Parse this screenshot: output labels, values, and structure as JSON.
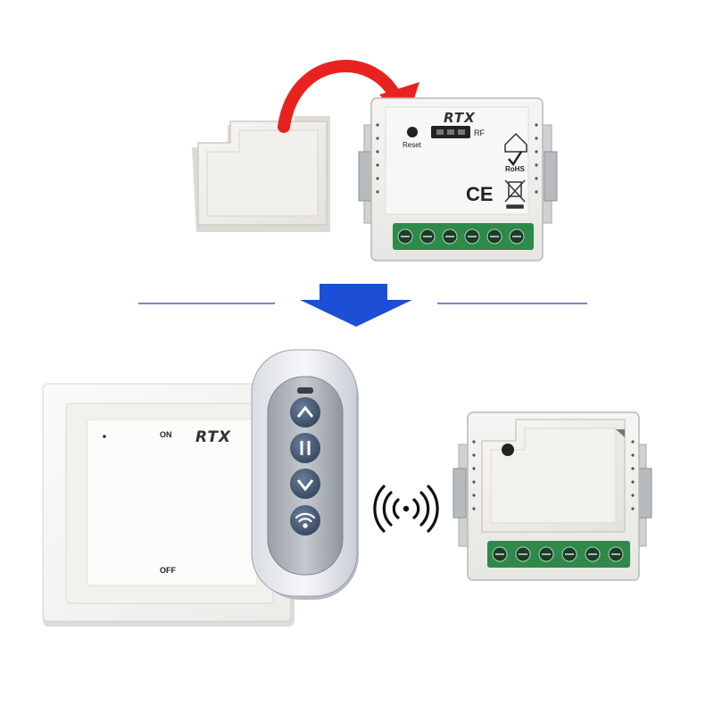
{
  "brand": "RTX",
  "receiver_top": {
    "reset_label": "Reset",
    "rf_label": "RF",
    "rohs_label": "RoHS",
    "ce_label": "CE"
  },
  "wall_switch": {
    "brand": "RTX",
    "on_label": "ON",
    "off_label": "OFF"
  },
  "remote": {
    "buttons": [
      "chevron-up-icon",
      "pause-icon",
      "chevron-down-icon",
      "wifi-signal-icon"
    ]
  },
  "colors": {
    "arrow_red": "#e8231f",
    "arrow_blue": "#1c4fd6",
    "divider_blue": "#2b3fa8",
    "terminal_green": "#2f8a4a",
    "remote_button": "#4a5f78"
  }
}
